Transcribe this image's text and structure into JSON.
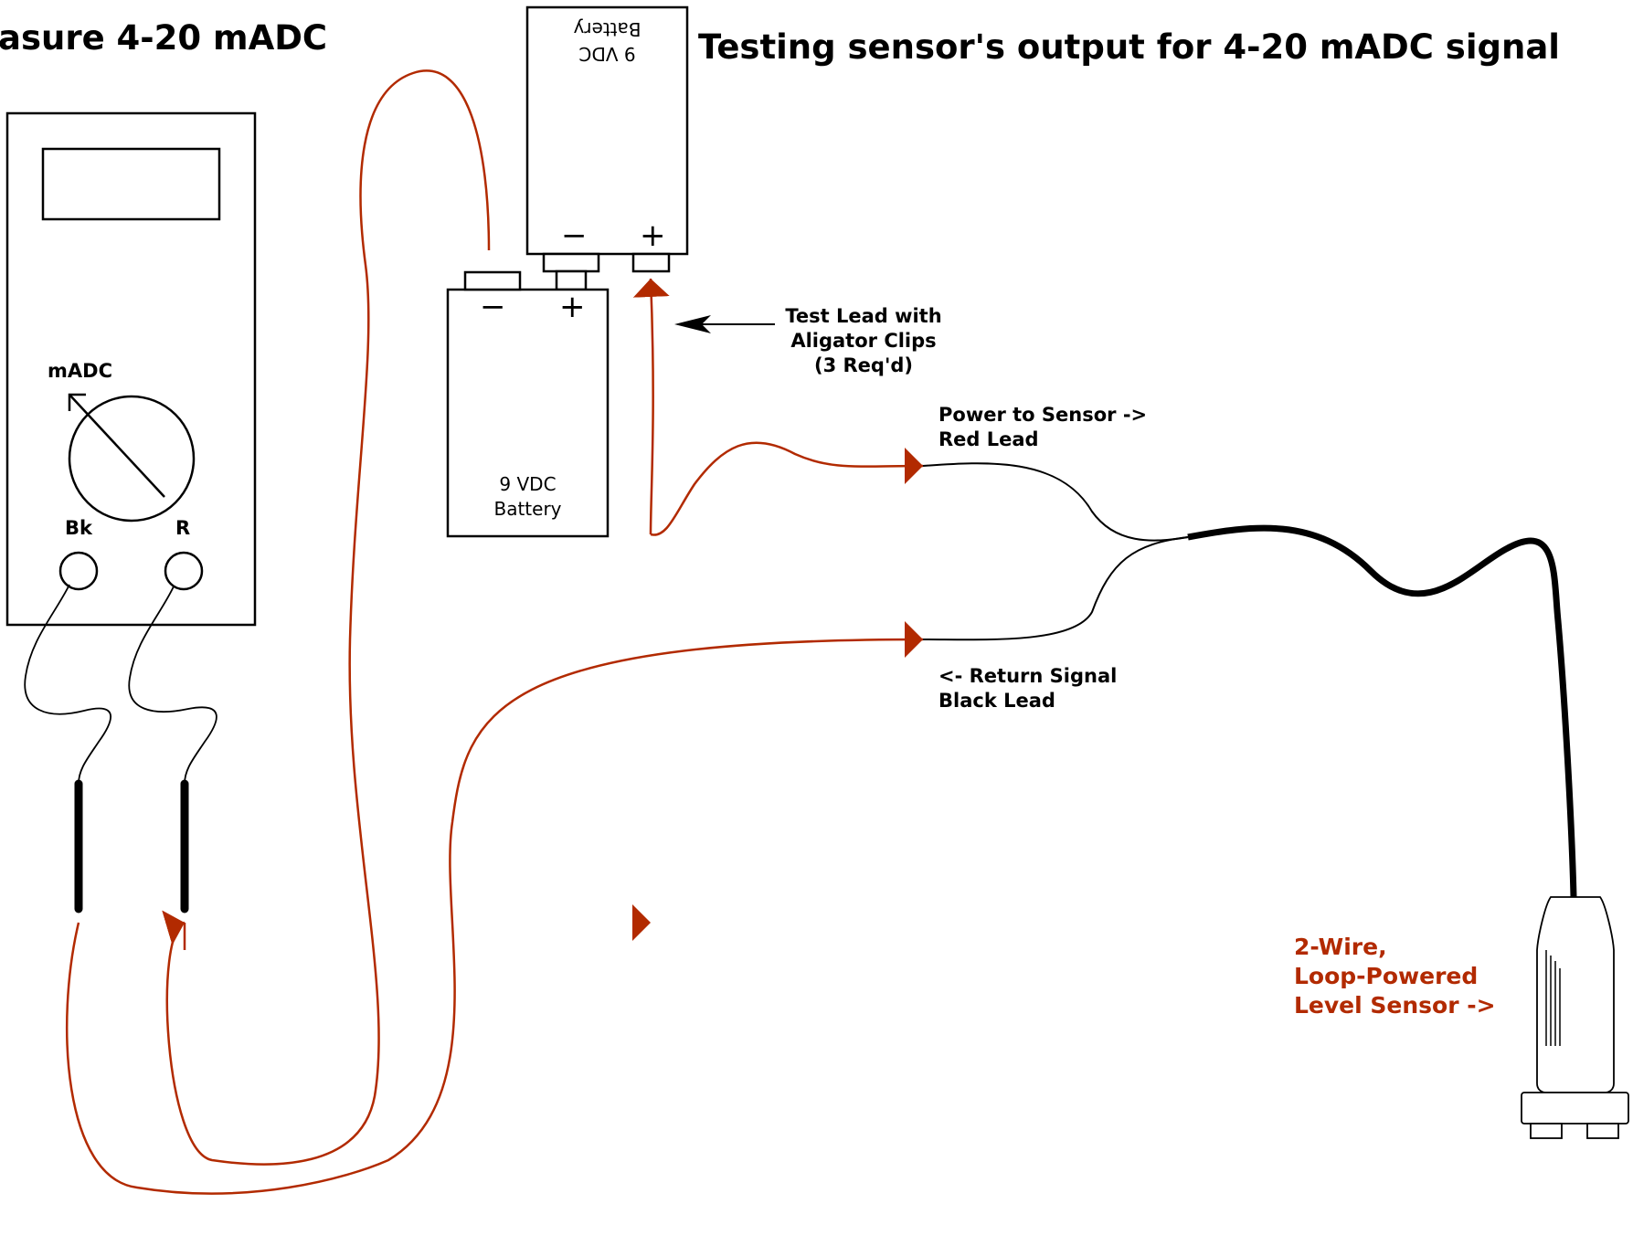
{
  "titles": {
    "left": "asure 4-20 mADC",
    "right": "Testing sensor's output for 4-20 mADC signal"
  },
  "meter": {
    "mode_label": "mADC",
    "black_jack_label": "Bk",
    "red_jack_label": "R"
  },
  "battery_bottom": {
    "neg": "−",
    "pos": "+",
    "line1": "9 VDC",
    "line2": "Battery"
  },
  "battery_top": {
    "neg": "−",
    "pos": "+",
    "line1": "9 VDC",
    "line2": "Battery"
  },
  "annotations": {
    "test_lead_1": "Test Lead with",
    "test_lead_2": "Aligator Clips",
    "test_lead_3": "(3 Req'd)",
    "power_1": "Power to Sensor ->",
    "power_2": "Red Lead",
    "return_1": "<- Return Signal",
    "return_2": "Black Lead"
  },
  "sensor": {
    "line1": "2-Wire,",
    "line2": "Loop-Powered",
    "line3": "Level Sensor ->"
  },
  "colors": {
    "wire_red": "#b22a00",
    "outline": "#000000",
    "sensor_text": "#b22a00"
  },
  "icons": {
    "arrow": "arrowhead-icon",
    "dial": "dial-icon"
  }
}
